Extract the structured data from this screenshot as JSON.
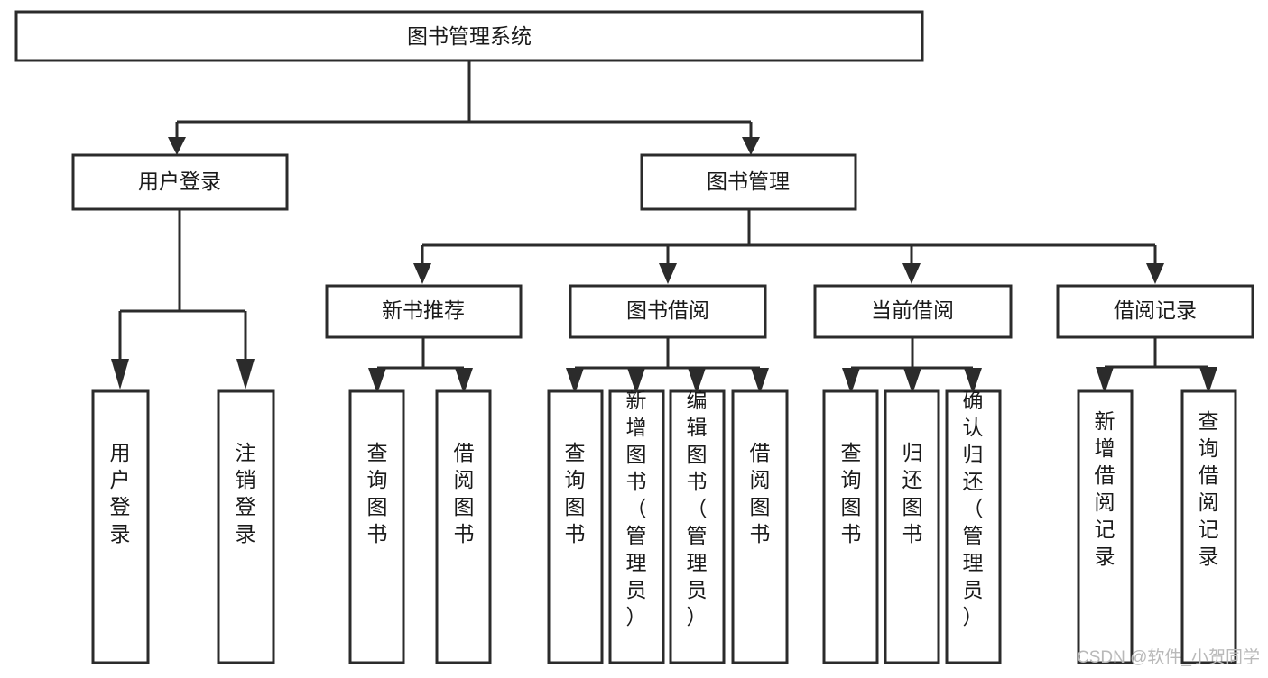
{
  "diagram": {
    "title": "图书管理系统",
    "type": "tree-hierarchy",
    "root": {
      "label": "图书管理系统"
    },
    "level2": [
      {
        "label": "用户登录"
      },
      {
        "label": "图书管理"
      }
    ],
    "level3": [
      {
        "label": "新书推荐"
      },
      {
        "label": "图书借阅"
      },
      {
        "label": "当前借阅"
      },
      {
        "label": "借阅记录"
      }
    ],
    "leaves_user_login": [
      {
        "label": "用户登录"
      },
      {
        "label": "注销登录"
      }
    ],
    "leaves_new_book": [
      {
        "label": "查询图书"
      },
      {
        "label": "借阅图书"
      }
    ],
    "leaves_borrow": [
      {
        "label": "查询图书"
      },
      {
        "label": "新增图书（管理员）"
      },
      {
        "label": "编辑图书（管理员）"
      },
      {
        "label": "借阅图书"
      }
    ],
    "leaves_current": [
      {
        "label": "查询图书"
      },
      {
        "label": "归还图书"
      },
      {
        "label": "确认归还（管理员）"
      }
    ],
    "leaves_record": [
      {
        "label": "新增借阅记录"
      },
      {
        "label": "查询借阅记录"
      }
    ]
  },
  "watermark": {
    "text": "CSDN @软件_小贺同学"
  },
  "colors": {
    "box_stroke": "#2b2b2b",
    "box_fill": "#ffffff",
    "text": "#1a1a1a",
    "watermark": "#b9b9b9",
    "background": "#ffffff"
  }
}
